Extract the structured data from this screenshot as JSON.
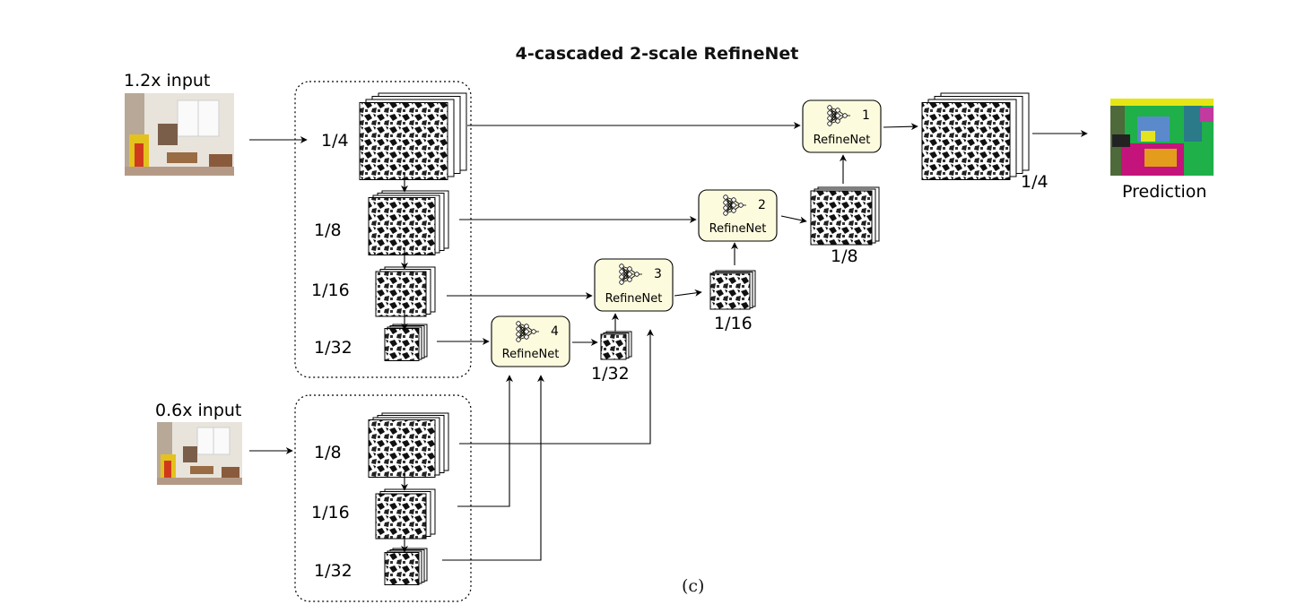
{
  "title": "4-cascaded 2-scale RefineNet",
  "caption": "(c)",
  "inputs": {
    "large": {
      "label": "1.2x input"
    },
    "small": {
      "label": "0.6x input"
    }
  },
  "backbone_large": {
    "scales": [
      "1/4",
      "1/8",
      "1/16",
      "1/32"
    ]
  },
  "backbone_small": {
    "scales": [
      "1/8",
      "1/16",
      "1/32"
    ]
  },
  "refinenets": [
    {
      "index": "1",
      "label": "RefineNet"
    },
    {
      "index": "2",
      "label": "RefineNet"
    },
    {
      "index": "3",
      "label": "RefineNet"
    },
    {
      "index": "4",
      "label": "RefineNet"
    }
  ],
  "outputs": [
    "1/32",
    "1/16",
    "1/8",
    "1/4"
  ],
  "prediction": {
    "label": "Prediction"
  },
  "colors": {
    "refinenet_fill": "#fdfbdd",
    "line": "#000000",
    "photo_wall": "#e8e4dc",
    "pred_green": "#1fb04a",
    "pred_magenta": "#c4147c"
  }
}
